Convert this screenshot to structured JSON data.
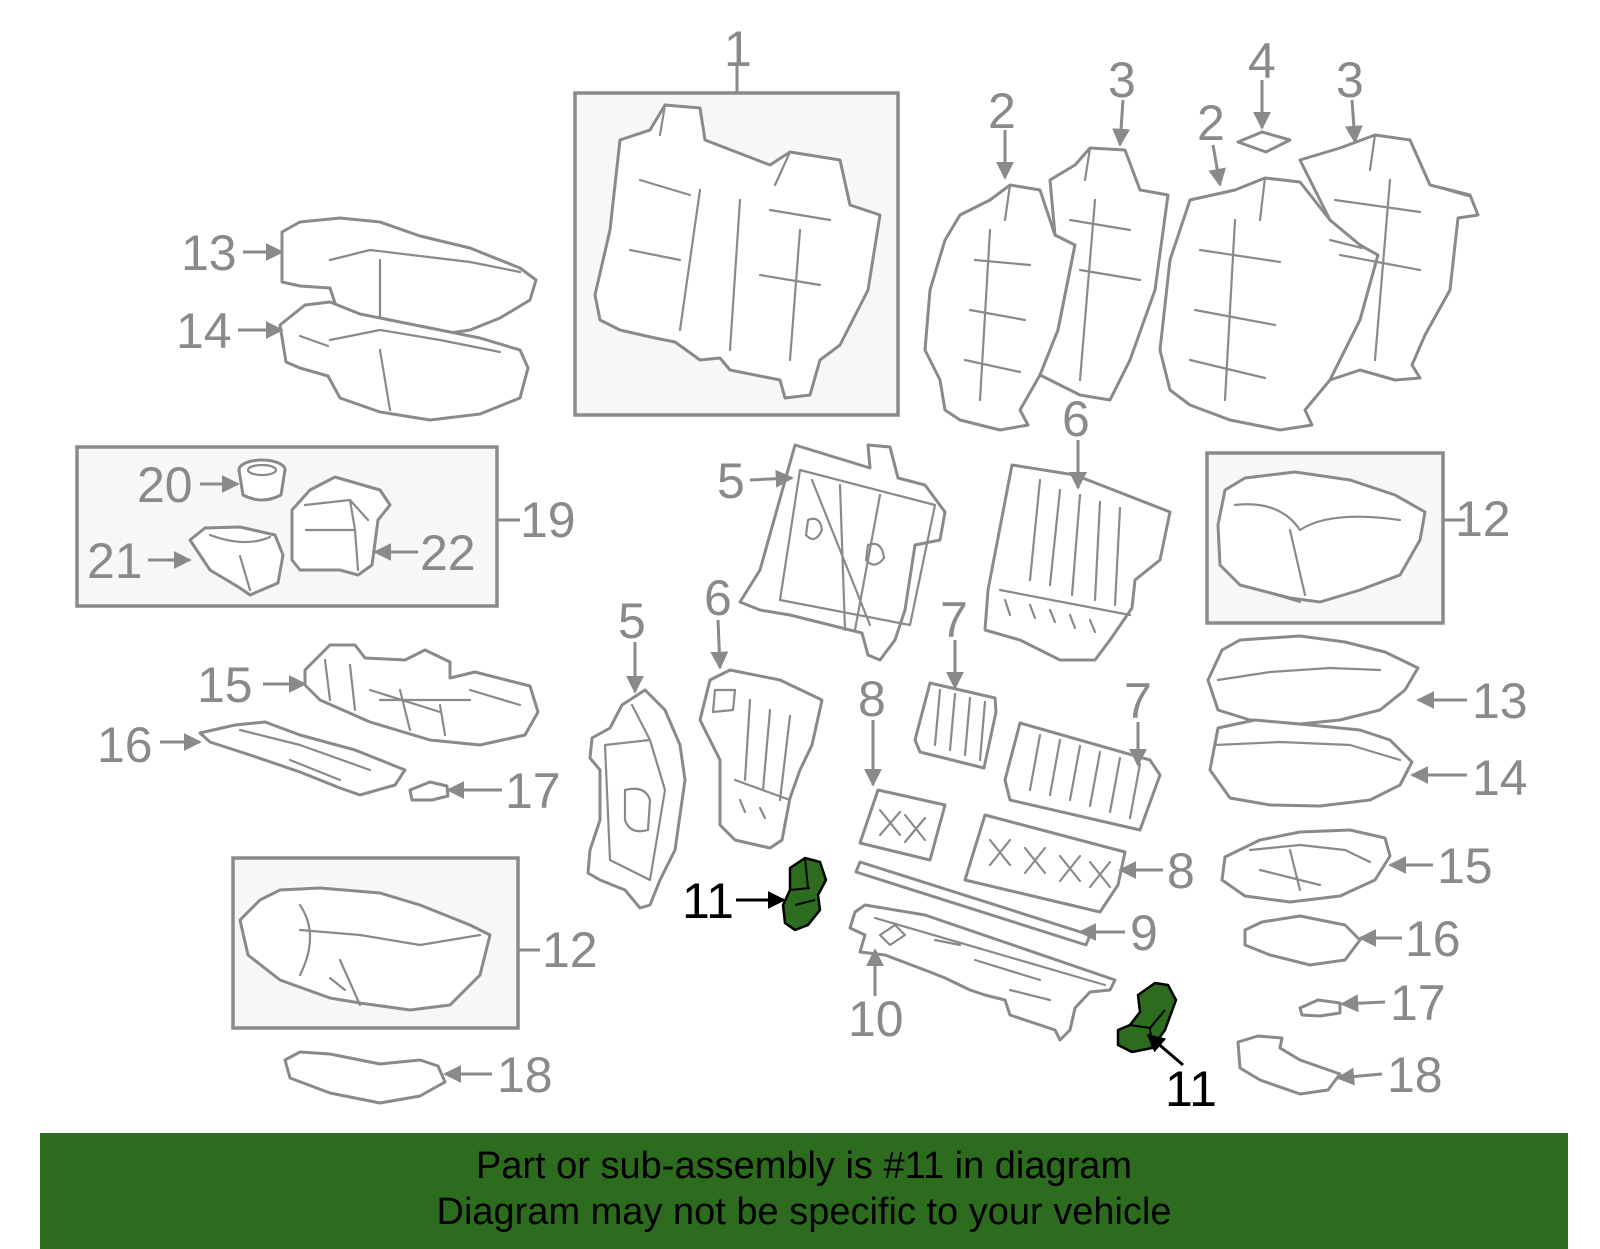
{
  "callouts": {
    "n1": "1",
    "n2a": "2",
    "n2b": "2",
    "n3a": "3",
    "n3b": "3",
    "n4": "4",
    "n5a": "5",
    "n5b": "5",
    "n6a": "6",
    "n6b": "6",
    "n7a": "7",
    "n7b": "7",
    "n8a": "8",
    "n8b": "8",
    "n9": "9",
    "n10": "10",
    "n11a": "11",
    "n11b": "11",
    "n12a": "12",
    "n12b": "12",
    "n13a": "13",
    "n13b": "13",
    "n14a": "14",
    "n14b": "14",
    "n15a": "15",
    "n15b": "15",
    "n16a": "16",
    "n16b": "16",
    "n17a": "17",
    "n17b": "17",
    "n18a": "18",
    "n18b": "18",
    "n19": "19",
    "n20": "20",
    "n21": "21",
    "n22": "22"
  },
  "colors": {
    "highlight": "#2d6b1e",
    "part_line": "#8a8a8a",
    "box_fill": "#f7f7f7"
  },
  "banner": {
    "line1": "Part or sub-assembly is #11 in diagram",
    "line2": "Diagram may not be specific to your vehicle"
  }
}
